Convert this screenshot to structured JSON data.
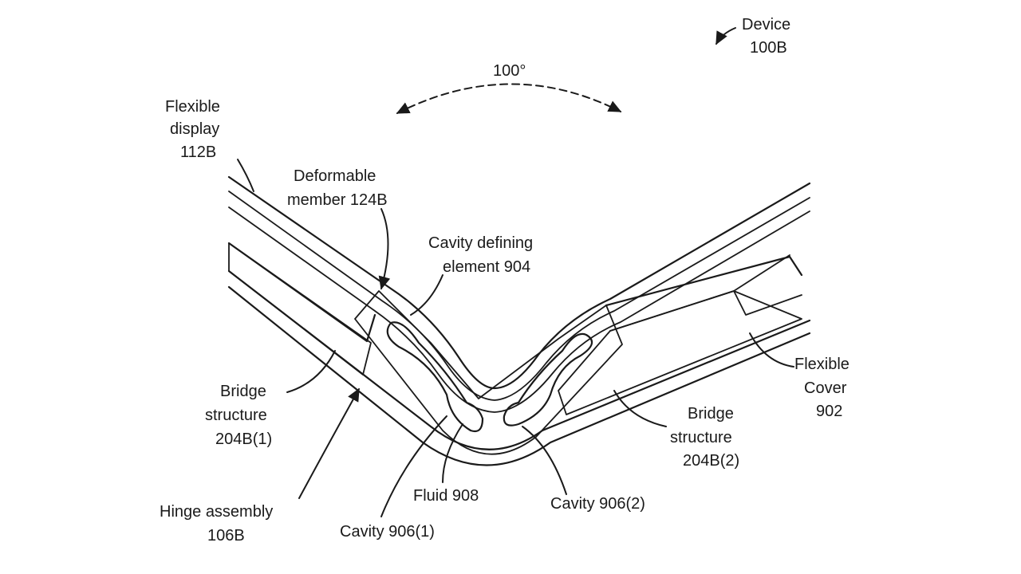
{
  "labels": {
    "device": [
      "Device",
      "100B"
    ],
    "angle": "100°",
    "flexible_display": [
      "Flexible",
      "display",
      "112B"
    ],
    "deformable_member": [
      "Deformable",
      "member 124B"
    ],
    "cavity_defining_element": [
      "Cavity defining",
      "element 904"
    ],
    "bridge_structure_1": [
      "Bridge",
      "structure",
      "204B(1)"
    ],
    "hinge_assembly": [
      "Hinge assembly",
      "106B"
    ],
    "cavity_906_1": "Cavity 906(1)",
    "fluid": "Fluid 908",
    "cavity_906_2": "Cavity 906(2)",
    "bridge_structure_2": [
      "Bridge",
      "structure",
      "204B(2)"
    ],
    "flexible_cover": [
      "Flexible",
      "Cover",
      "902"
    ]
  },
  "colors": {
    "ink": "#1a1a1a",
    "hatch": "#8a8a8a",
    "background": "#ffffff"
  }
}
